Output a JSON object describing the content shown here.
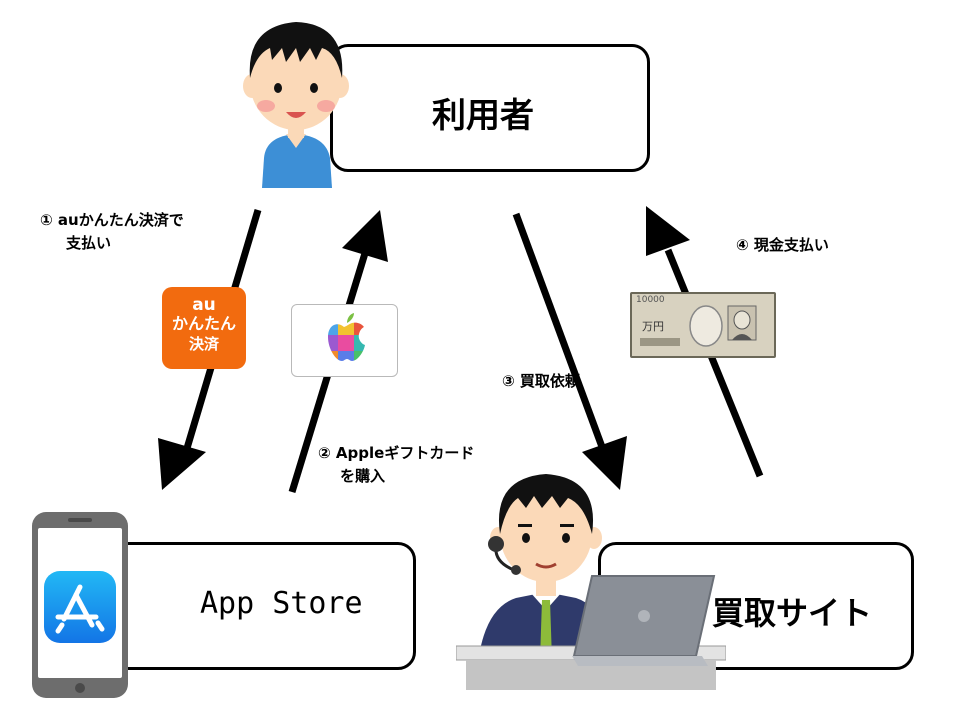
{
  "nodes": {
    "user": "利用者",
    "app_store": "App Store",
    "kaitori": "買取サイト"
  },
  "steps": {
    "step1_line1": "① auかんたん決済で",
    "step1_line2": "支払い",
    "step2_line1": "② Appleギフトカード",
    "step2_line2": "を購入",
    "step3": "③ 買取依頼",
    "step4": "④ 現金支払い"
  },
  "au_badge": {
    "line1": "au",
    "line2": "かんたん",
    "line3": "決済",
    "color": "#f26b0f"
  },
  "banknote": {
    "corner_value": "10000",
    "text": "万円"
  },
  "icons": [
    "person-icon",
    "smartphone-icon",
    "app-store-icon",
    "apple-gift-card-icon",
    "yen-banknote-icon",
    "operator-icon",
    "laptop-icon"
  ]
}
